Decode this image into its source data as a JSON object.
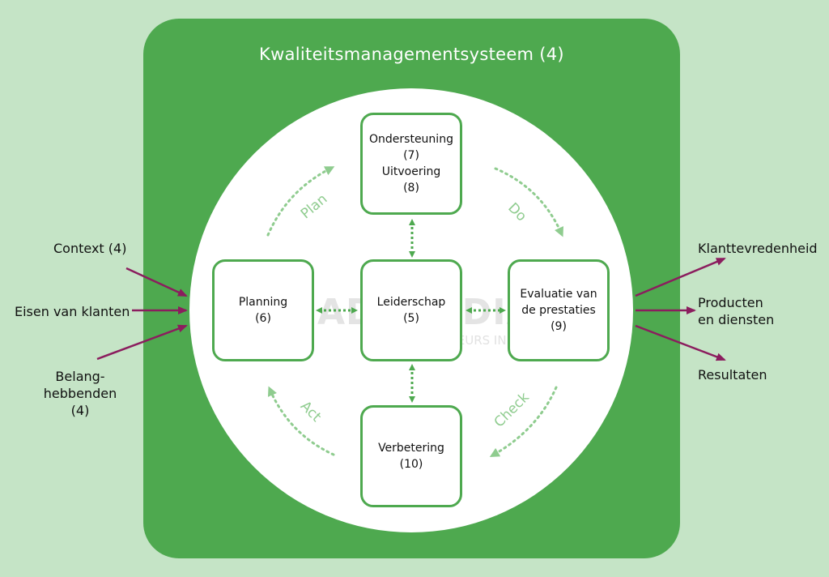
{
  "title": "Kwaliteitsmanagementsysteem (4)",
  "boxes": {
    "support_label": "Ondersteuning",
    "support_num": "(7)",
    "execution_label": "Uitvoering",
    "execution_num": "(8)",
    "planning_label": "Planning",
    "planning_num": "(6)",
    "leadership_label": "Leiderschap",
    "leadership_num": "(5)",
    "evaluation_line1": "Evaluatie van",
    "evaluation_line2": "de prestaties",
    "evaluation_num": "(9)",
    "improvement_label": "Verbetering",
    "improvement_num": "(10)"
  },
  "cycle": {
    "plan": "Plan",
    "do": "Do",
    "check": "Check",
    "act": "Act"
  },
  "inputs": {
    "context": "Context (4)",
    "customer_requirements": "Eisen van klanten",
    "stakeholders_line1": "Belang-",
    "stakeholders_line2": "hebbenden (4)"
  },
  "outputs": {
    "satisfaction": "Klanttevredenheid",
    "products_line1": "Producten",
    "products_line2": "en diensten",
    "results": "Resultaten"
  },
  "watermark": {
    "brand": "ADBURDIAS",
    "tagline": "ADVISEURS IN VERBETEREN"
  },
  "colors": {
    "page_bg": "#c5e4c6",
    "frame": "#4ea94f",
    "box_border": "#4ea94f",
    "connector": "#4ea94f",
    "cycle": "#8fcc8f",
    "io_arrow": "#8b1d5e"
  }
}
